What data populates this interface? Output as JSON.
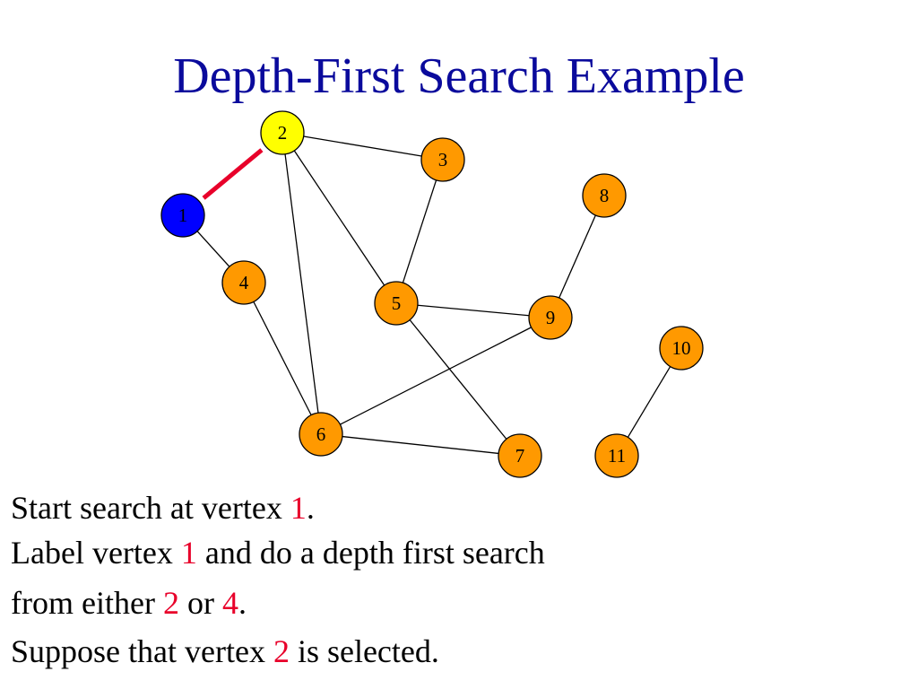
{
  "title": "Depth-First Search Example",
  "colors": {
    "title": "#0a0a9c",
    "unvisited": "#ff9900",
    "current": "#ffff00",
    "visited": "#0000ff",
    "tree_edge": "#e8002a",
    "edge": "#000000",
    "highlight": "#e8002a"
  },
  "graph": {
    "vertices": [
      {
        "id": "1",
        "label": "1",
        "state": "visited"
      },
      {
        "id": "2",
        "label": "2",
        "state": "current"
      },
      {
        "id": "3",
        "label": "3",
        "state": "unvisited"
      },
      {
        "id": "4",
        "label": "4",
        "state": "unvisited"
      },
      {
        "id": "5",
        "label": "5",
        "state": "unvisited"
      },
      {
        "id": "6",
        "label": "6",
        "state": "unvisited"
      },
      {
        "id": "7",
        "label": "7",
        "state": "unvisited"
      },
      {
        "id": "8",
        "label": "8",
        "state": "unvisited"
      },
      {
        "id": "9",
        "label": "9",
        "state": "unvisited"
      },
      {
        "id": "10",
        "label": "10",
        "state": "unvisited"
      },
      {
        "id": "11",
        "label": "11",
        "state": "unvisited"
      }
    ],
    "edges": [
      {
        "from": "1",
        "to": "2",
        "type": "tree"
      },
      {
        "from": "1",
        "to": "4",
        "type": "normal"
      },
      {
        "from": "2",
        "to": "3",
        "type": "normal"
      },
      {
        "from": "2",
        "to": "5",
        "type": "normal"
      },
      {
        "from": "2",
        "to": "6",
        "type": "normal"
      },
      {
        "from": "3",
        "to": "5",
        "type": "normal"
      },
      {
        "from": "4",
        "to": "6",
        "type": "normal"
      },
      {
        "from": "5",
        "to": "9",
        "type": "normal"
      },
      {
        "from": "5",
        "to": "7",
        "type": "normal"
      },
      {
        "from": "6",
        "to": "9",
        "type": "normal"
      },
      {
        "from": "6",
        "to": "7",
        "type": "normal"
      },
      {
        "from": "8",
        "to": "9",
        "type": "normal"
      },
      {
        "from": "10",
        "to": "11",
        "type": "normal"
      }
    ]
  },
  "text": {
    "line1": {
      "a": "Start search at vertex ",
      "b": "1",
      "c": "."
    },
    "line2": {
      "a": "Label vertex ",
      "b": "1",
      "c": " and do a depth first search"
    },
    "line3": {
      "a": "from either ",
      "b": "2",
      "c": " or ",
      "d": "4",
      "e": "."
    },
    "line4": {
      "a": "Suppose that vertex ",
      "b": "2",
      "c": " is selected."
    }
  }
}
